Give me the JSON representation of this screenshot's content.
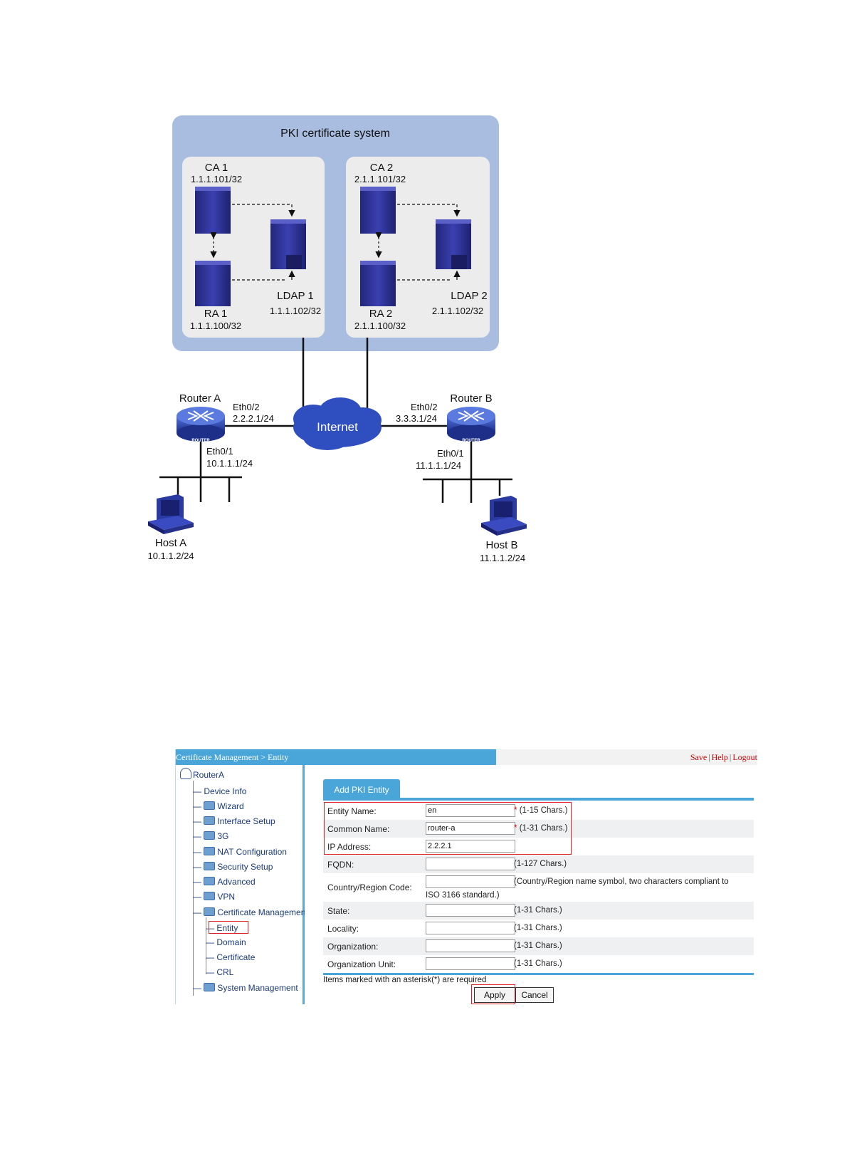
{
  "diagram": {
    "pki_title": "PKI certificate system",
    "ca1": {
      "name": "CA 1",
      "ip": "1.1.1.101/32"
    },
    "ra1": {
      "name": "RA 1",
      "ip": "1.1.1.100/32"
    },
    "ldap1": {
      "name": "LDAP 1",
      "ip": "1.1.1.102/32"
    },
    "ca2": {
      "name": "CA 2",
      "ip": "2.1.1.101/32"
    },
    "ra2": {
      "name": "RA 2",
      "ip": "2.1.1.100/32"
    },
    "ldap2": {
      "name": "LDAP 2",
      "ip": "2.1.1.102/32"
    },
    "internet": "Internet",
    "router_a": {
      "name": "Router A",
      "eth02": "Eth0/2",
      "eth02_ip": "2.2.2.1/24",
      "eth01": "Eth0/1",
      "eth01_ip": "10.1.1.1/24",
      "badge": "ROUTER"
    },
    "router_b": {
      "name": "Router B",
      "eth02": "Eth0/2",
      "eth02_ip": "3.3.3.1/24",
      "eth01": "Eth0/1",
      "eth01_ip": "11.1.1.1/24",
      "badge": "ROUTER"
    },
    "host_a": {
      "name": "Host A",
      "ip": "10.1.1.2/24"
    },
    "host_b": {
      "name": "Host B",
      "ip": "11.1.1.2/24"
    }
  },
  "webui": {
    "breadcrumb": "Certificate Management > Entity",
    "links": {
      "save": "Save",
      "help": "Help",
      "logout": "Logout",
      "sep": "|"
    },
    "nav": {
      "root": "RouterA",
      "device_info": "Device Info",
      "wizard": "Wizard",
      "interface_setup": "Interface Setup",
      "threeg": "3G",
      "nat": "NAT Configuration",
      "security": "Security Setup",
      "advanced": "Advanced",
      "vpn": "VPN",
      "cert_mgmt": "Certificate Management",
      "entity": "Entity",
      "domain": "Domain",
      "certificate": "Certificate",
      "crl": "CRL",
      "system": "System Management"
    },
    "tab": "Add PKI Entity",
    "fields": {
      "entity_name": {
        "label": "Entity Name:",
        "value": "en",
        "hint": "(1-15 Chars.)"
      },
      "common_name": {
        "label": "Common Name:",
        "value": "router-a",
        "hint": "(1-31 Chars.)"
      },
      "ip_address": {
        "label": "IP Address:",
        "value": "2.2.2.1"
      },
      "fqdn": {
        "label": "FQDN:",
        "value": "",
        "hint": "(1-127 Chars.)"
      },
      "country": {
        "label": "Country/Region Code:",
        "value": "",
        "hint": "(Country/Region name symbol, two characters compliant to",
        "hint2": "ISO 3166 standard.)"
      },
      "state": {
        "label": "State:",
        "value": "",
        "hint": "(1-31 Chars.)"
      },
      "locality": {
        "label": "Locality:",
        "value": "",
        "hint": "(1-31 Chars.)"
      },
      "organization": {
        "label": "Organization:",
        "value": "",
        "hint": "(1-31 Chars.)"
      },
      "org_unit": {
        "label": "Organization Unit:",
        "value": "",
        "hint": "(1-31 Chars.)"
      }
    },
    "asterisk": "*",
    "note": "Items marked with an asterisk(*) are required",
    "apply": "Apply",
    "cancel": "Cancel",
    "colors": {
      "accent": "#4aa6d8",
      "highlight": "#d22222",
      "pki_bg": "#a9bde0",
      "device": "#2a2f8f"
    }
  }
}
